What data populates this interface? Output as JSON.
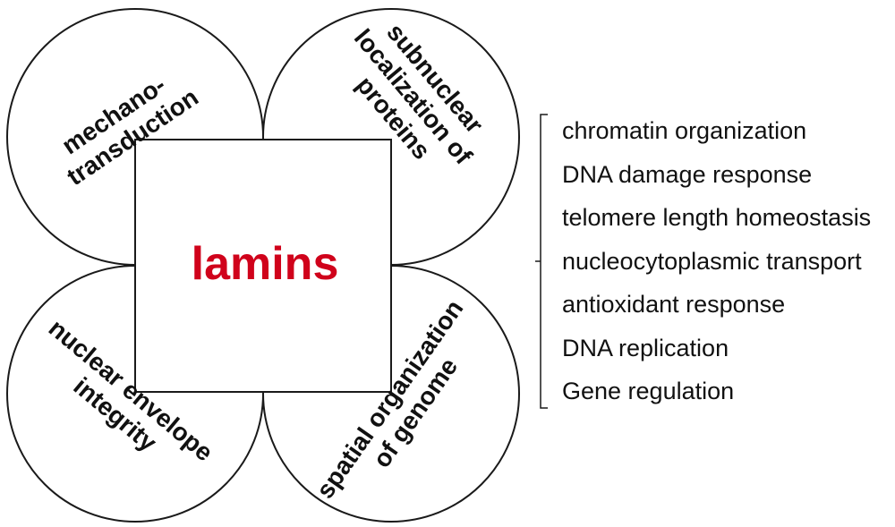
{
  "center": {
    "label": "lamins",
    "color": "#d0021b"
  },
  "petals": {
    "top_left": {
      "lines": [
        "mechano-",
        "transduction"
      ]
    },
    "top_right": {
      "lines": [
        "subnuclear",
        "localization of",
        "proteins"
      ]
    },
    "bottom_left": {
      "lines": [
        "nuclear envelope",
        "integrity"
      ]
    },
    "bottom_right": {
      "lines": [
        "spatial organization",
        "of genome"
      ]
    }
  },
  "functions": [
    "chromatin organization",
    "DNA damage response",
    "telomere length homeostasis",
    "nucleocytoplasmic transport",
    "antioxidant response",
    "DNA replication",
    "Gene regulation"
  ],
  "colors": {
    "stroke": "#1a1a1a",
    "text": "#111111"
  }
}
